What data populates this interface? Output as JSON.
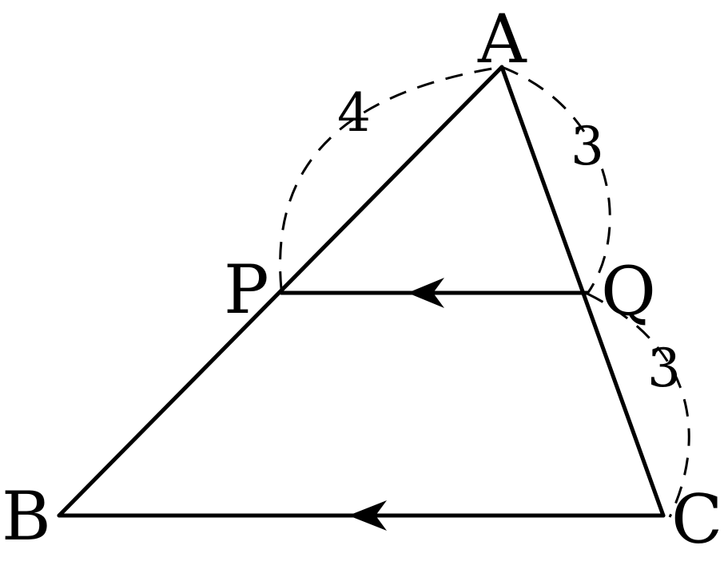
{
  "figure": {
    "vertices": {
      "A": "A",
      "B": "B",
      "C": "C",
      "P": "P",
      "Q": "Q"
    },
    "measures": {
      "AP": "4",
      "AQ": "3",
      "QC": "3"
    },
    "parallel_segments": [
      "PQ",
      "BC"
    ]
  }
}
